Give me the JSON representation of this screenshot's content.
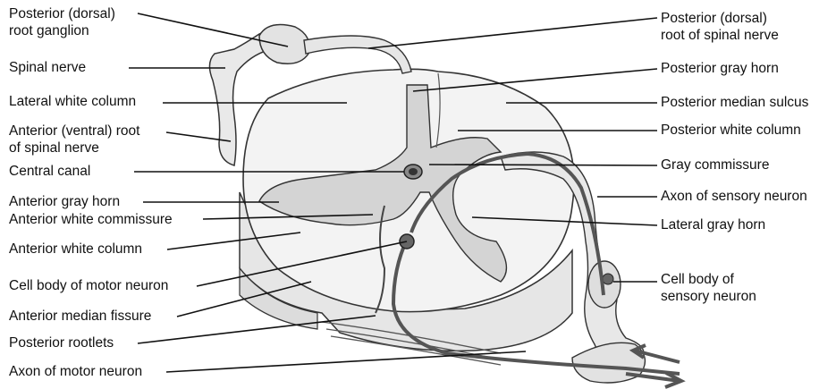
{
  "labels_left": {
    "posterior_root_ganglion": [
      "Posterior (dorsal)",
      "root ganglion"
    ],
    "spinal_nerve": "Spinal nerve",
    "lateral_white_column": "Lateral white column",
    "anterior_root": [
      "Anterior (ventral) root",
      "of spinal nerve"
    ],
    "central_canal": "Central canal",
    "anterior_gray_horn": "Anterior gray horn",
    "anterior_white_commissure": "Anterior white commissure",
    "anterior_white_column": "Anterior white column",
    "cell_body_motor_neuron": "Cell body of motor neuron",
    "anterior_median_fissure": "Anterior median fissure",
    "posterior_rootlets": "Posterior rootlets",
    "axon_motor_neuron": "Axon of motor neuron"
  },
  "labels_right": {
    "posterior_root_spinal_nerve": [
      "Posterior (dorsal)",
      "root of spinal nerve"
    ],
    "posterior_gray_horn": "Posterior gray horn",
    "posterior_median_sulcus": "Posterior median sulcus",
    "posterior_white_column": "Posterior white column",
    "gray_commissure": "Gray commissure",
    "axon_sensory_neuron": "Axon of sensory neuron",
    "lateral_gray_horn": "Lateral gray horn",
    "cell_body_sensory_neuron": [
      "Cell body of",
      "sensory neuron"
    ]
  },
  "colors": {
    "white_matter": "#f2f2f2",
    "gray_matter": "#d6d6d6",
    "outline": "#333333",
    "neuron": "#5a5a5a"
  }
}
